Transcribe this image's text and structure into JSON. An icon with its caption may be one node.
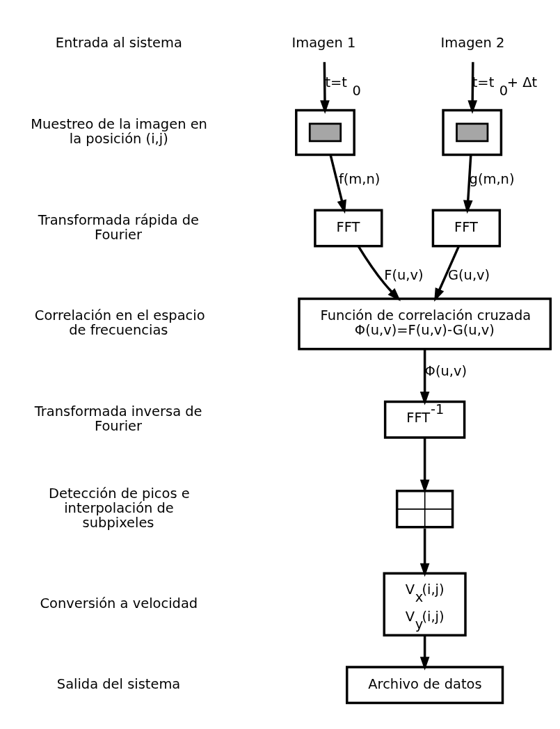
{
  "diagram": {
    "nodes": [
      {
        "text": [
          "Imagen 1"
        ]
      },
      {
        "text": [
          "Imagen 2"
        ]
      },
      {
        "text": [],
        "shape": "box"
      },
      {
        "text": [],
        "shape": "box",
        "in": 2
      },
      {
        "text": [],
        "shape": "box"
      },
      {
        "text": [],
        "shape": "box",
        "in": 4
      },
      {
        "text": [
          "FFT"
        ]
      },
      {
        "text": [
          "FFT"
        ]
      },
      {
        "text": [
          "Función de correlación cruzada",
          "Φ(u,v)=F(u,v)-G(u,v)"
        ]
      },
      {
        "text": [
          "FFT$^{-1}$"
        ]
      },
      {
        "text": [],
        "shape": "box"
      },
      {
        "text": [
          "V$_{x}$(i,j)",
          "V$_{y}$(i,j)"
        ]
      },
      {
        "text": [
          "Archivo de datos"
        ]
      }
    ],
    "edges": [
      {
        "from": 0,
        "to": 2,
        "arrow": "to",
        "label": "t=t$_{0}$"
      },
      {
        "from": 1,
        "to": 4,
        "arrow": "to",
        "label": "t=t$_{0}$+ Δt"
      },
      {
        "from": 2,
        "to": 6,
        "arrow": "to",
        "label": "f(m,n)"
      },
      {
        "from": 4,
        "to": 7,
        "arrow": "to",
        "label": "g(m,n)"
      },
      {
        "from": 6,
        "to": 8,
        "arrow": "to",
        "label": "F(u,v)"
      },
      {
        "from": 7,
        "to": 8,
        "arrow": "to",
        "label": "G(u,v)"
      },
      {
        "from": 8,
        "to": 9,
        "arrow": "to",
        "label": "Φ(u,v)"
      },
      {
        "from": 9,
        "to": 10,
        "arrow": "to"
      },
      {
        "from": 10,
        "to": 11,
        "arrow": "to"
      },
      {
        "from": 11,
        "to": 12,
        "arrow": "to"
      }
    ],
    "labels": [
      "Entrada al sistema",
      "Muestreo de la imagen en la posición (i,j)",
      "Transformada rápida de Fourier",
      "Correlación en el espacio de frecuencias",
      "Transformada inversa de Fourier",
      "Detección de picos e interpolación de subpixeles",
      "Conversión a velocidad",
      "Salida del sistema"
    ]
  }
}
